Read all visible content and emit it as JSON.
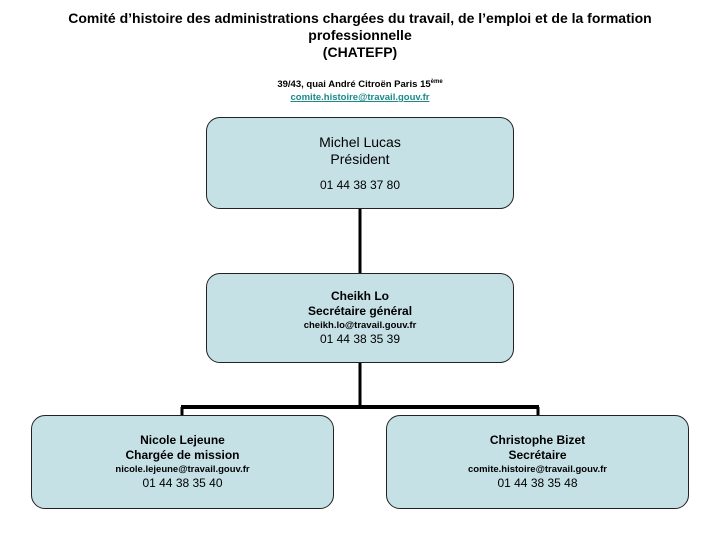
{
  "header": {
    "title_line1": "Comité d’histoire des administrations chargées du travail, de l’emploi et de la formation",
    "title_line2": "professionnelle",
    "title_line3": "(CHATEFP)",
    "address_prefix": "39/43, quai André Citroën Paris 15",
    "address_sup": "ème",
    "email": "comite.histoire@travail.gouv.fr"
  },
  "org": {
    "president": {
      "name": "Michel Lucas",
      "role": "Président",
      "phone": "01 44 38 37 80"
    },
    "secretaire_general": {
      "name": "Cheikh Lo",
      "role": "Secrétaire général",
      "email": "cheikh.lo@travail.gouv.fr",
      "phone": "01 44 38 35 39"
    },
    "charge_mission": {
      "name": "Nicole Lejeune",
      "role": "Chargée de mission",
      "email": "nicole.lejeune@travail.gouv.fr",
      "phone": "01 44 38 35 40"
    },
    "secretaire": {
      "name": "Christophe Bizet",
      "role": "Secrétaire",
      "email": "comite.histoire@travail.gouv.fr",
      "phone": "01 44 38 35 48"
    }
  },
  "colors": {
    "box_fill": "#c5e1e6",
    "link": "#1a8a8a"
  }
}
